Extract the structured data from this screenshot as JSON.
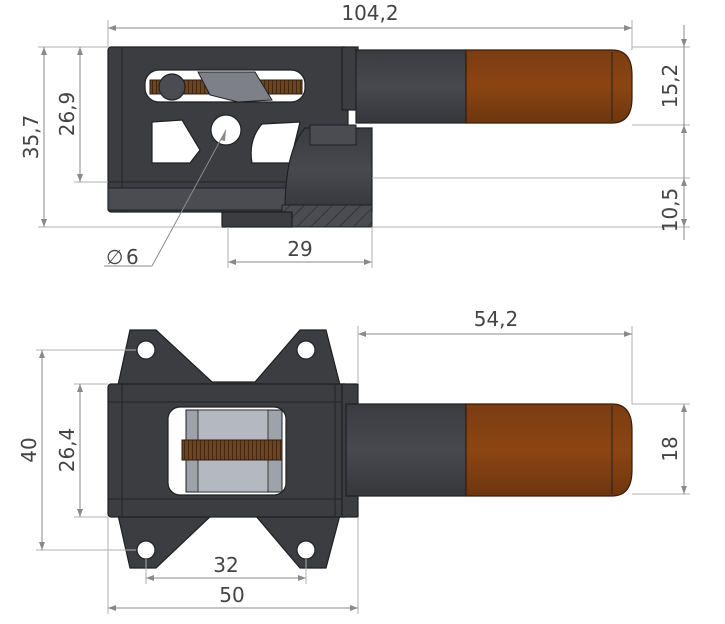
{
  "colors": {
    "body": "#3b3d41",
    "grip": "#8b4513",
    "grip_dark": "#6e360f",
    "thread": "#5a3a1e",
    "dimension_line": "#8a8a8a",
    "dimension_text": "#444444"
  },
  "side_view": {
    "overall_length": "104,2",
    "body_height": "35,7",
    "slot_height": "26,9",
    "handle_height": "15,2",
    "base_offset": "10,5",
    "clamp_width": "29",
    "pivot_hole": "6"
  },
  "top_view": {
    "handle_length": "54,2",
    "overall_width": "40",
    "inner_width": "26,4",
    "handle_width": "18",
    "hole_spacing": "32",
    "base_length": "50"
  },
  "symbols": {
    "diameter": "∅"
  }
}
